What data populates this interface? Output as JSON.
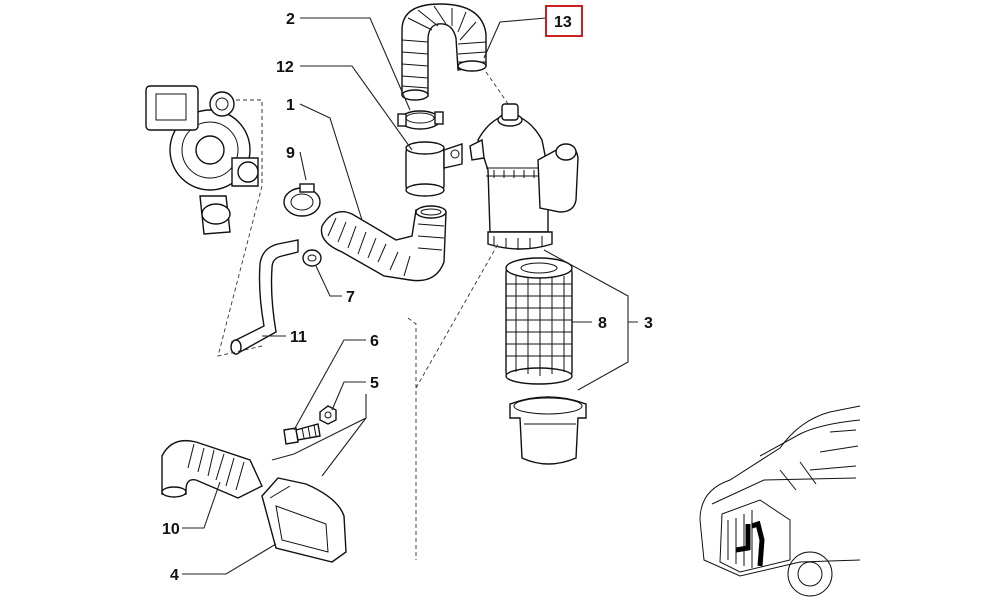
{
  "callouts": {
    "c1": "1",
    "c2": "2",
    "c3": "3",
    "c4": "4",
    "c5": "5",
    "c6": "6",
    "c7": "7",
    "c8": "8",
    "c9": "9",
    "c10": "10",
    "c11": "11",
    "c12": "12",
    "c13": "13"
  },
  "highlight": {
    "callout": "13",
    "color": "#cc1f1f"
  },
  "colors": {
    "line": "#111111",
    "highlight": "#cc1f1f",
    "background": "#ffffff"
  }
}
